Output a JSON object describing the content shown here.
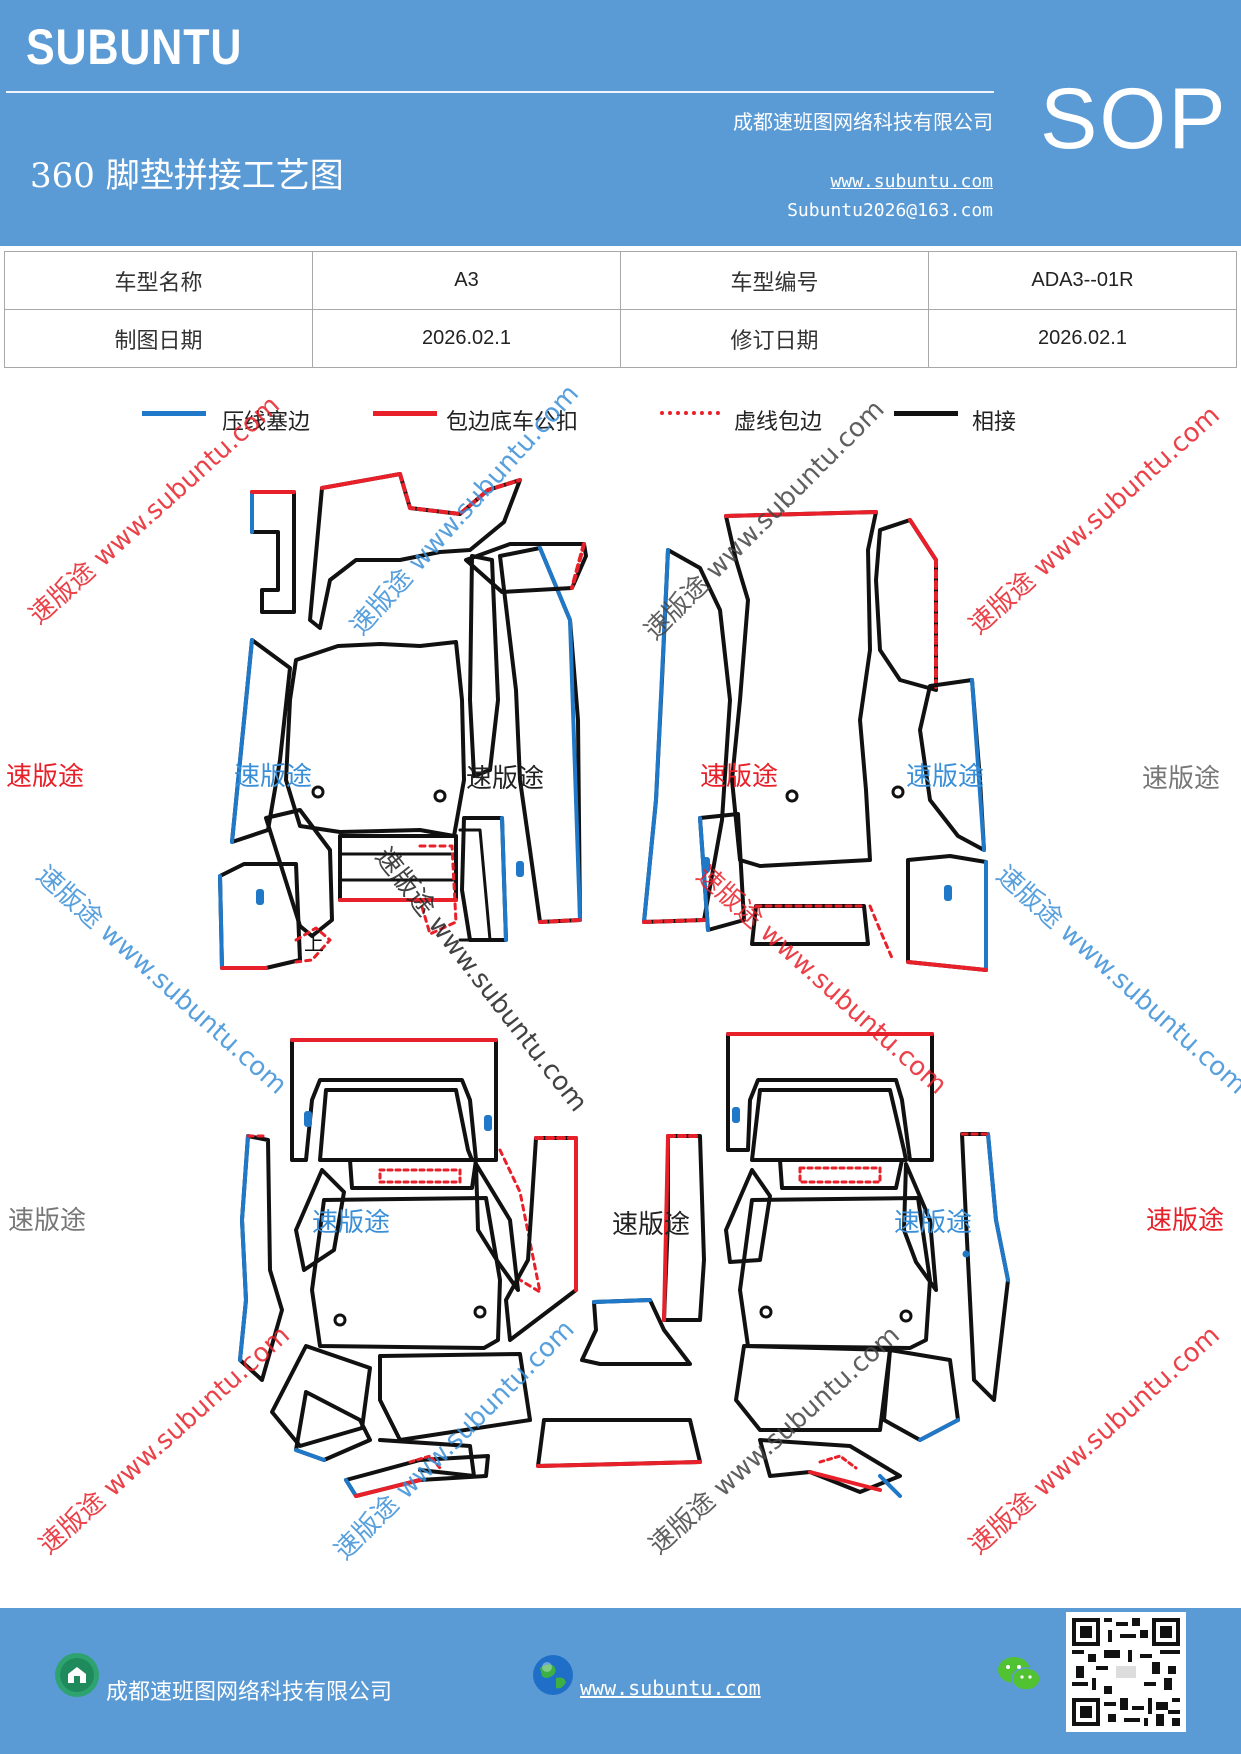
{
  "header": {
    "brand": "SUBUNTU",
    "doc_type": "SOP",
    "title": "360 脚垫拼接工艺图",
    "company": "成都速班图网络科技有限公司",
    "website": "www.subuntu.com",
    "email": "Subuntu2026@163.com"
  },
  "info": {
    "row1": {
      "label1": "车型名称",
      "value1": "A3",
      "label2": "车型编号",
      "value2": "ADA3--01R"
    },
    "row2": {
      "label1": "制图日期",
      "value1": "2026.02.1",
      "label2": "修订日期",
      "value2": "2026.02.1"
    }
  },
  "legend": [
    {
      "label": "压线塞边",
      "color": "#1f78c8",
      "style": "solid"
    },
    {
      "label": "包边底车公扣",
      "color": "#e8202a",
      "style": "solid"
    },
    {
      "label": "虚线包边",
      "color": "#e8202a",
      "style": "dotted"
    },
    {
      "label": "相接",
      "color": "#111111",
      "style": "solid"
    }
  ],
  "diagram": {
    "piece_mark": "上"
  },
  "watermarks": {
    "diagonal_text": "速版途 www.subuntu.com",
    "brand_text": "速版途"
  },
  "colors": {
    "brand_blue": "#5b9bd5",
    "edge_blue": "#1f78c8",
    "edge_red": "#e8202a",
    "outline": "#111111"
  },
  "footer": {
    "company": "成都速班图网络科技有限公司",
    "website": "www.subuntu.com"
  }
}
